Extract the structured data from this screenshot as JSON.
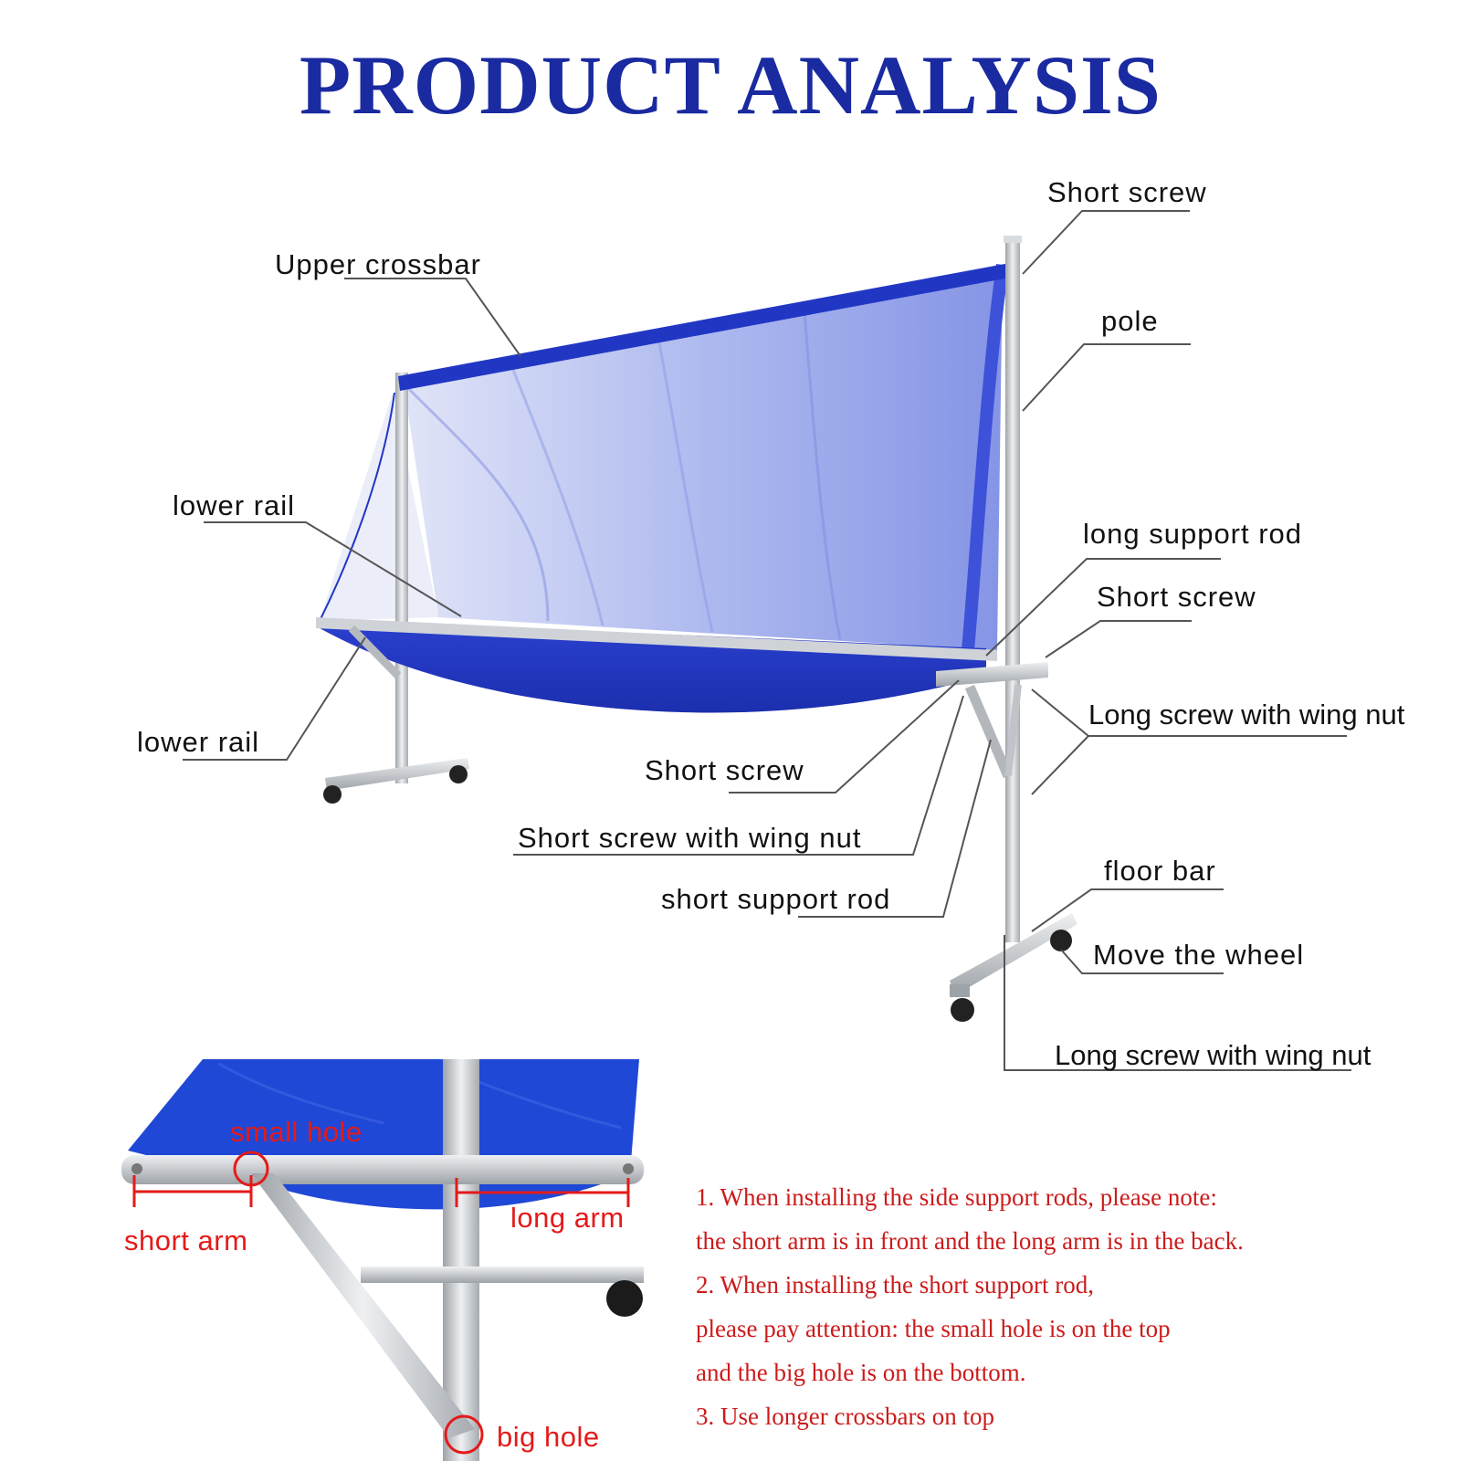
{
  "title": "PRODUCT ANALYSIS",
  "colors": {
    "title": "#1a2aa0",
    "net_blue": "#2137c4",
    "metal": "#c8cbcf",
    "note_red": "#cc1b1b"
  },
  "callouts": {
    "short_screw_top": "Short screw",
    "upper_crossbar": "Upper crossbar",
    "pole": "pole",
    "lower_rail_upper": "lower rail",
    "long_support_rod": "long support rod",
    "short_screw_mid": "Short screw",
    "long_screw_wing_nut_mid": "Long screw with wing nut",
    "lower_rail_lower": "lower rail",
    "short_screw_low": "Short screw",
    "short_screw_wing_nut": "Short screw with wing nut",
    "short_support_rod": "short support rod",
    "floor_bar": "floor bar",
    "move_wheel": "Move the wheel",
    "long_screw_wing_nut_bottom": "Long screw with wing nut"
  },
  "detail": {
    "small_hole": "small hole",
    "short_arm": "short arm",
    "long_arm": "long arm",
    "big_hole": "big hole"
  },
  "notes": [
    "1. When installing the side support rods, please note:",
    "the short arm is in front and the long arm is in the back.",
    "2. When installing the short support rod,",
    "please pay attention: the small hole is on the top",
    "and the big hole is on the bottom.",
    "3. Use longer crossbars on top"
  ]
}
